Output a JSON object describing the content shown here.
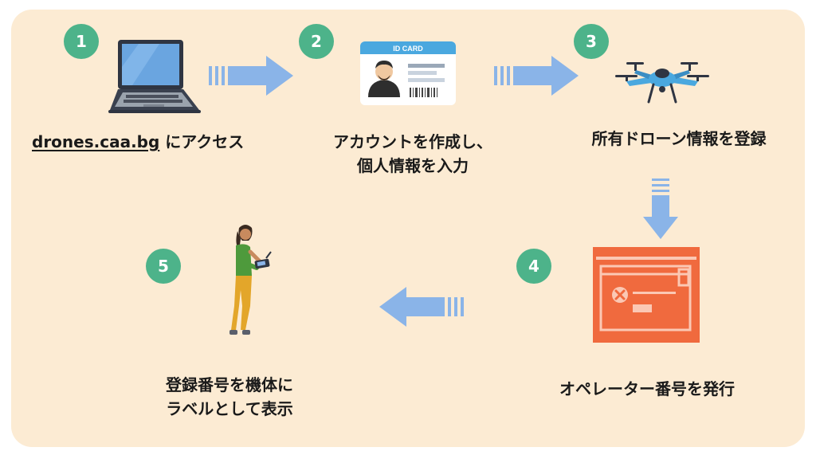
{
  "colors": {
    "background": "#fcebd3",
    "badge": "#4db38a",
    "arrow": "#8ab4e8",
    "text": "#1a1a1a",
    "card_header": "#4aa8df",
    "operator_card": "#f06a3e"
  },
  "steps": [
    {
      "number": "1",
      "link_text": "drones.caa.bg",
      "label_rest": " にアクセス",
      "icon": "laptop-icon"
    },
    {
      "number": "2",
      "label_line1": "アカウントを作成し、",
      "label_line2": "個人情報を入力",
      "icon": "id-card-icon",
      "card_title": "ID CARD"
    },
    {
      "number": "3",
      "label_line1": "所有ドローン情報を登録",
      "icon": "drone-icon"
    },
    {
      "number": "4",
      "label_line1": "オペレーター番号を発行",
      "icon": "operator-card-icon"
    },
    {
      "number": "5",
      "label_line1": "登録番号を機体に",
      "label_line2": "ラベルとして表示",
      "icon": "person-with-controller-icon"
    }
  ]
}
